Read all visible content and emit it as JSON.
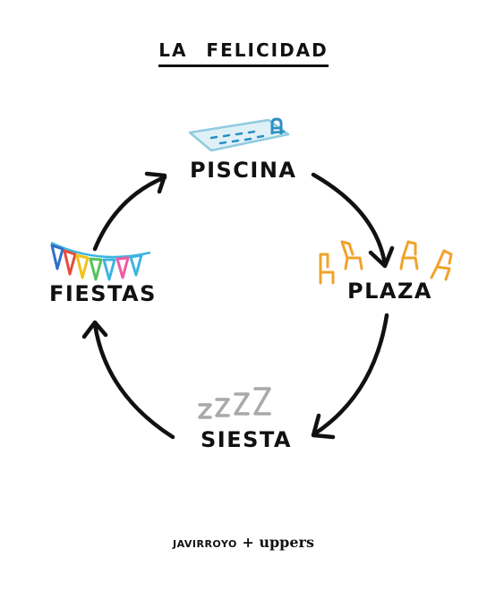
{
  "title": "LA FELICIDAD",
  "stages": {
    "piscina": "PISCINA",
    "plaza": "PLAZA",
    "siesta": "SIESTA",
    "fiestas": "FIESTAS"
  },
  "sleep_text": "ZZZZ",
  "footer": {
    "author": "JAVIRROYO",
    "separator": " + ",
    "publisher": "uppers"
  },
  "colors": {
    "pool": "#8fcbe0",
    "pool_water": "#2b8fc4",
    "chairs": "#f0a32a",
    "sleep": "#a9a9a9",
    "flags": [
      "#2f6fc8",
      "#e84a3c",
      "#f2c21a",
      "#56c25a",
      "#3bb5e0",
      "#ef5aa0"
    ]
  }
}
